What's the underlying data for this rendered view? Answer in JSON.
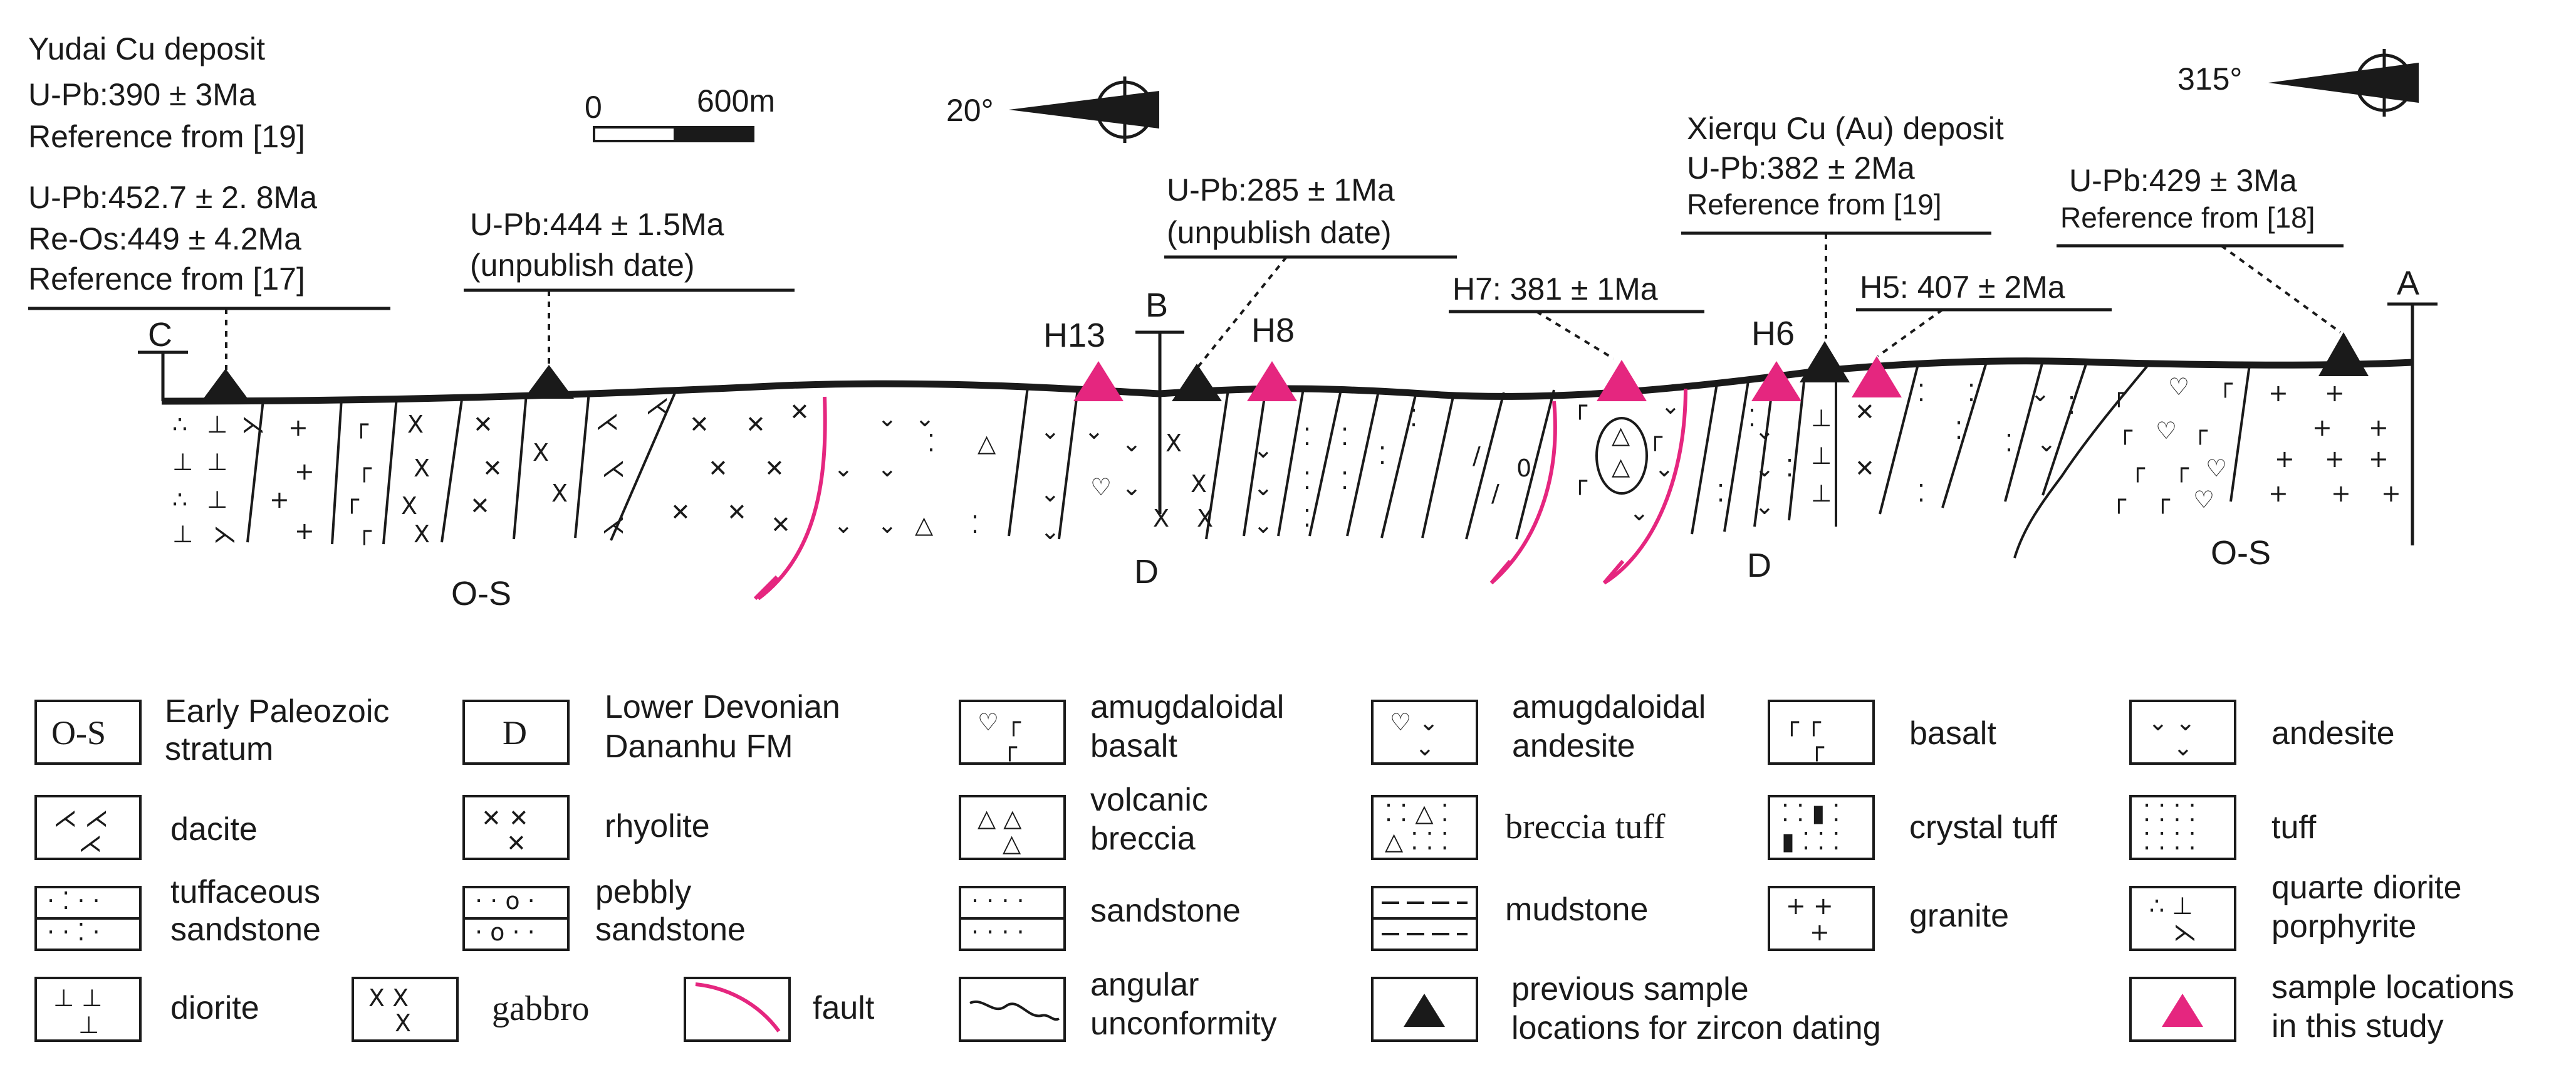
{
  "colors": {
    "ink": "#1a1a1a",
    "accent": "#e5267f",
    "background": "#ffffff"
  },
  "annotations": {
    "yudai_title": "Yudai Cu deposit",
    "yudai_upb1": "U-Pb:390 ± 3Ma",
    "yudai_ref1": "Reference from [19]",
    "yudai_upb2": "U-Pb:452.7 ± 2. 8Ma",
    "yudai_reos": "Re-Os:449 ± 4.2Ma",
    "yudai_ref2": "Reference from [17]",
    "sample_c2_age": "U-Pb:444 ± 1.5Ma",
    "sample_c2_note": "(unpublish date)",
    "sample_b_age": "U-Pb:285 ± 1Ma",
    "sample_b_note": "(unpublish date)",
    "h7_label": "H7: 381 ± 1Ma",
    "xierqu_title": "Xierqu  Cu (Au) deposit",
    "xierqu_upb": "U-Pb:382 ± 2Ma",
    "xierqu_ref": "Reference from [19]",
    "h5_label": "H5: 407 ± 2Ma",
    "sample_a_age": "U-Pb:429 ± 3Ma",
    "sample_a_ref": "Reference from [18]"
  },
  "scale_bar": {
    "start": "0",
    "end": "600m"
  },
  "orientation": {
    "left_arrow": "20°",
    "right_arrow": "315°"
  },
  "section_points": {
    "c": "C",
    "b": "B",
    "a": "A"
  },
  "samples": {
    "h13": "H13",
    "h8": "H8",
    "h6": "H6"
  },
  "strata_labels": {
    "os_left": "O-S",
    "d_center": "D",
    "d_right": "D",
    "os_right": "O-S"
  },
  "legend": [
    {
      "key": "os_box",
      "label": "Early Paleozoic\nstratum",
      "box_text": "O-S"
    },
    {
      "key": "d_box",
      "label": "Lower Devonian\nDananhu FM",
      "box_text": "D"
    },
    {
      "key": "amyg_basalt",
      "label": "amugdaloidal\nbasalt"
    },
    {
      "key": "amyg_andesite",
      "label": "amugdaloidal\nandesite"
    },
    {
      "key": "basalt",
      "label": "basalt"
    },
    {
      "key": "andesite",
      "label": "andesite"
    },
    {
      "key": "dacite",
      "label": "dacite"
    },
    {
      "key": "rhyolite",
      "label": "rhyolite"
    },
    {
      "key": "volcanic_breccia",
      "label": "volcanic\nbreccia"
    },
    {
      "key": "breccia_tuff",
      "label": "breccia tuff"
    },
    {
      "key": "crystal_tuff",
      "label": "crystal tuff"
    },
    {
      "key": "tuff",
      "label": "tuff"
    },
    {
      "key": "tuff_sandstone",
      "label": "tuffaceous\nsandstone"
    },
    {
      "key": "pebbly_sandstone",
      "label": "pebbly\nsandstone"
    },
    {
      "key": "sandstone",
      "label": "sandstone"
    },
    {
      "key": "mudstone",
      "label": "mudstone"
    },
    {
      "key": "granite",
      "label": "granite"
    },
    {
      "key": "qd_porphyrite",
      "label": "quarte  diorite\nporphyrite"
    },
    {
      "key": "diorite",
      "label": "diorite"
    },
    {
      "key": "gabbro",
      "label": "gabbro"
    },
    {
      "key": "fault",
      "label": "fault"
    },
    {
      "key": "unconformity",
      "label": "angular\nunconformity"
    },
    {
      "key": "prev_sample",
      "label": "previous sample\nlocations for zircon dating"
    },
    {
      "key": "this_sample",
      "label": "sample locations\nin this study"
    }
  ]
}
